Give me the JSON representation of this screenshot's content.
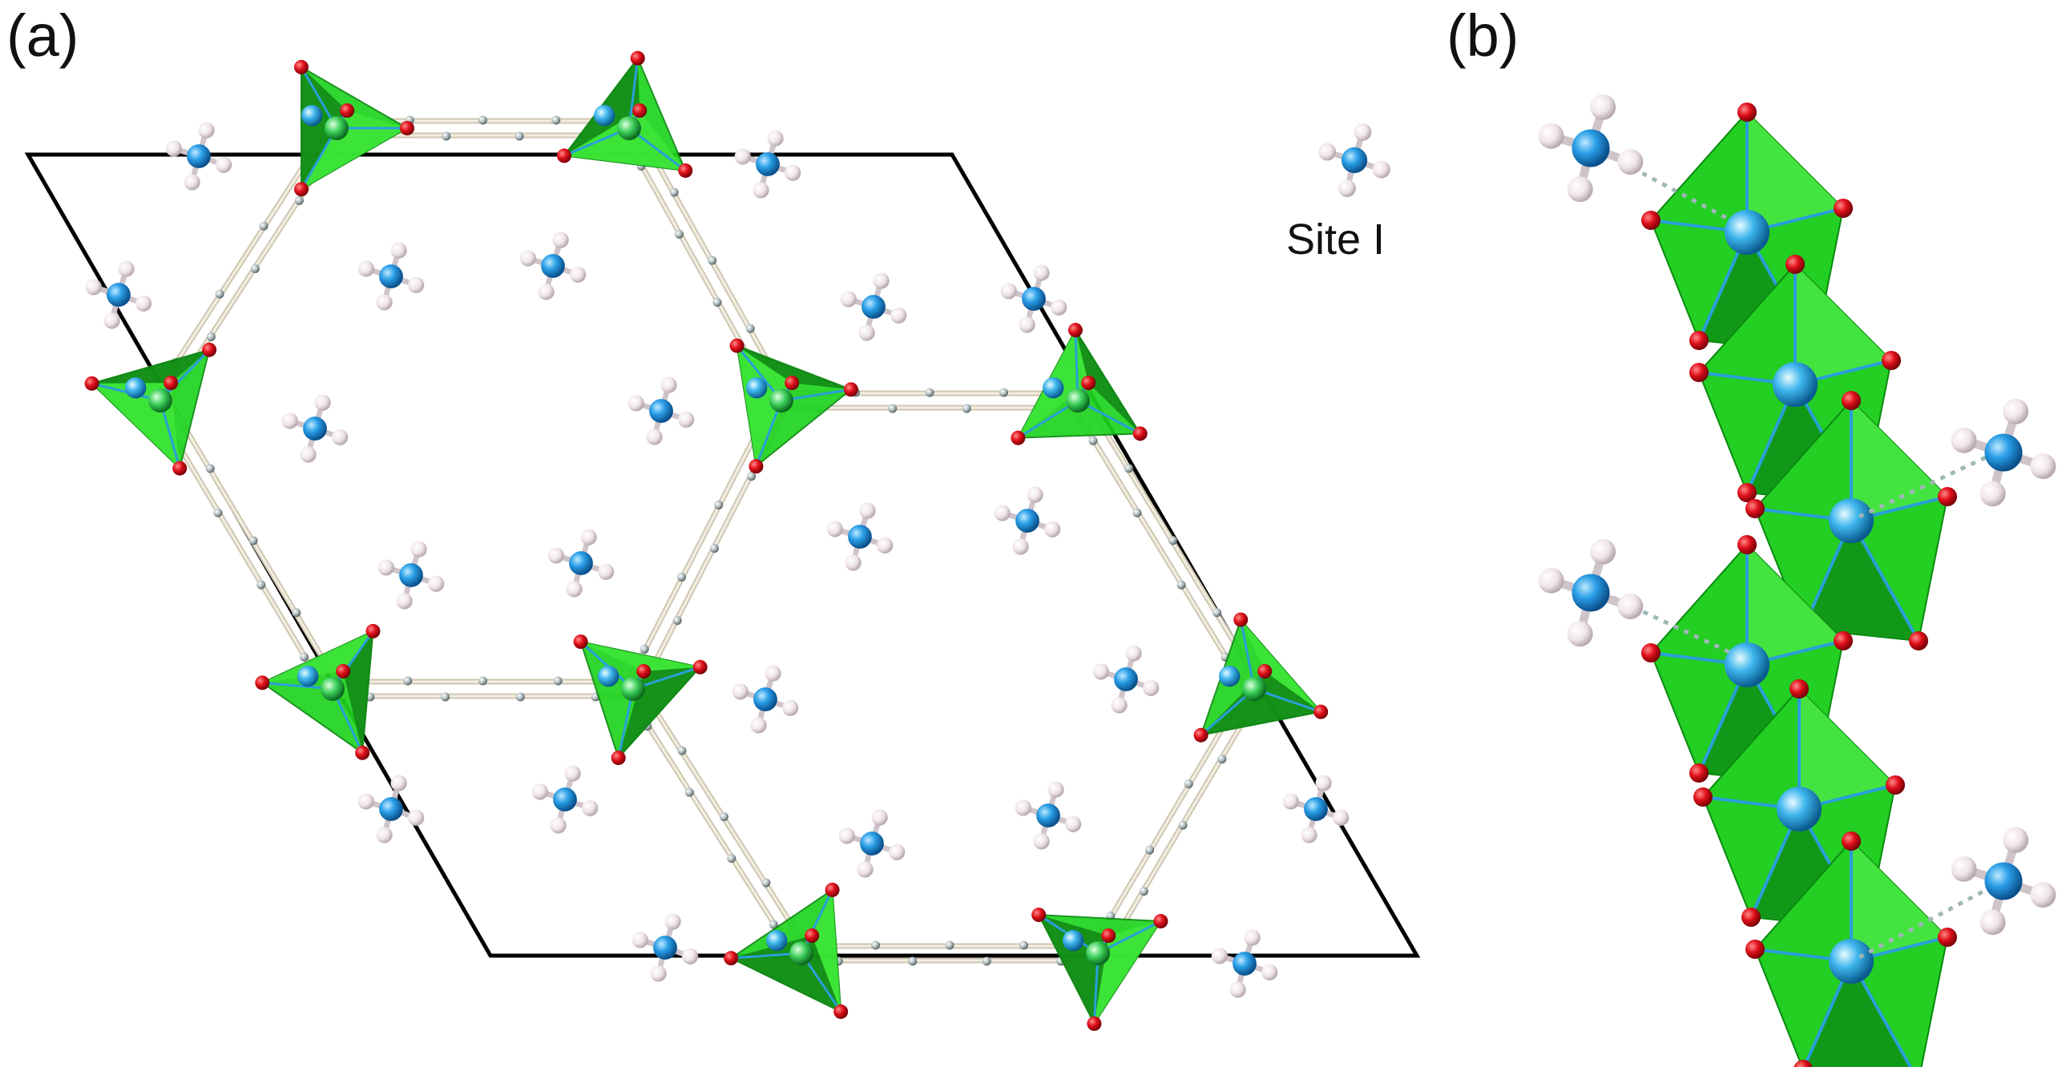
{
  "panels": {
    "a": {
      "label": "(a)"
    },
    "b": {
      "label": "(b)"
    }
  },
  "legend": {
    "site_label": "Site I"
  },
  "colors": {
    "polyhedron": "#1fd41f",
    "polyhedron_dark": "#0e8a0e",
    "oxygen": "#e0101a",
    "metal": "#2aa8e8",
    "nitrogen": "#1a8fe0",
    "hydrogen": "#efe4ea",
    "carbon": "#9aa7aa",
    "linker": "#d9d2c0",
    "cell": "#000000"
  }
}
